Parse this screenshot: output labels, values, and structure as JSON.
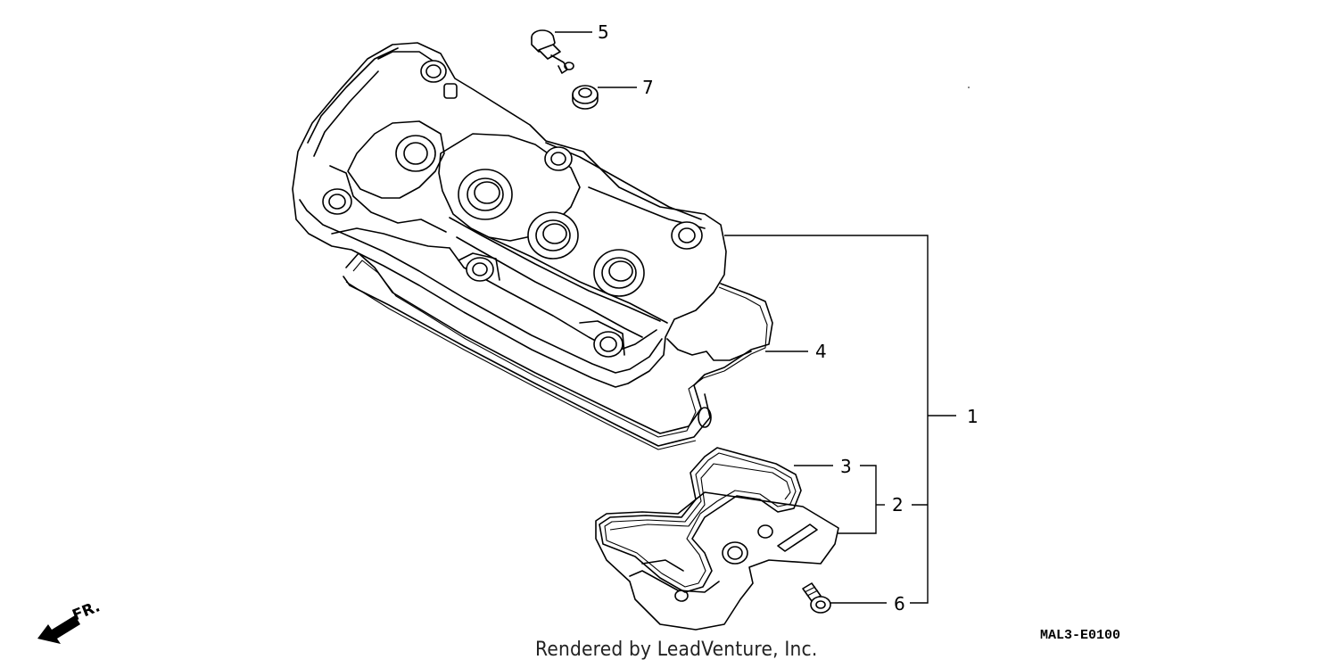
{
  "callouts": {
    "c1": "1",
    "c2": "2",
    "c3": "3",
    "c4": "4",
    "c5": "5",
    "c6": "6",
    "c7": "7"
  },
  "direction_label": "FR.",
  "diagram_code": "MAL3-E0100",
  "credit": "Rendered by LeadVenture, Inc."
}
